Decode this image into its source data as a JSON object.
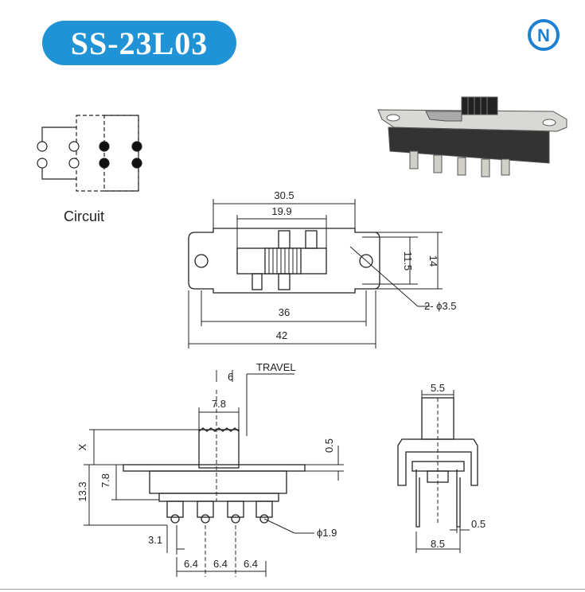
{
  "title": "SS-23L03",
  "brand_mark": "N",
  "colors": {
    "accent": "#1f93d6",
    "logo": "#1f7fd0"
  },
  "circuit": {
    "label": "Circuit"
  },
  "top_view": {
    "dim_30_5": "30.5",
    "dim_19_9": "19.9",
    "dim_11_5": "11.5",
    "dim_14": "14",
    "dim_36": "36",
    "dim_42": "42",
    "hole_callout": "2- ϕ3.5"
  },
  "side_view": {
    "travel_label": "TRAVEL",
    "dim_6": "6",
    "dim_7_8_top": "7.8",
    "dim_x": "X",
    "dim_0_5": "0.5",
    "dim_13_3": "13.3",
    "dim_7_8_side": "7.8",
    "dim_phi_1_9": "ϕ1.9",
    "dim_3_1": "3.1",
    "pitch_1": "6.4",
    "pitch_2": "6.4",
    "pitch_3": "6.4"
  },
  "end_view": {
    "dim_5_5": "5.5",
    "dim_0_5": "0.5",
    "dim_8_5": "8.5"
  }
}
